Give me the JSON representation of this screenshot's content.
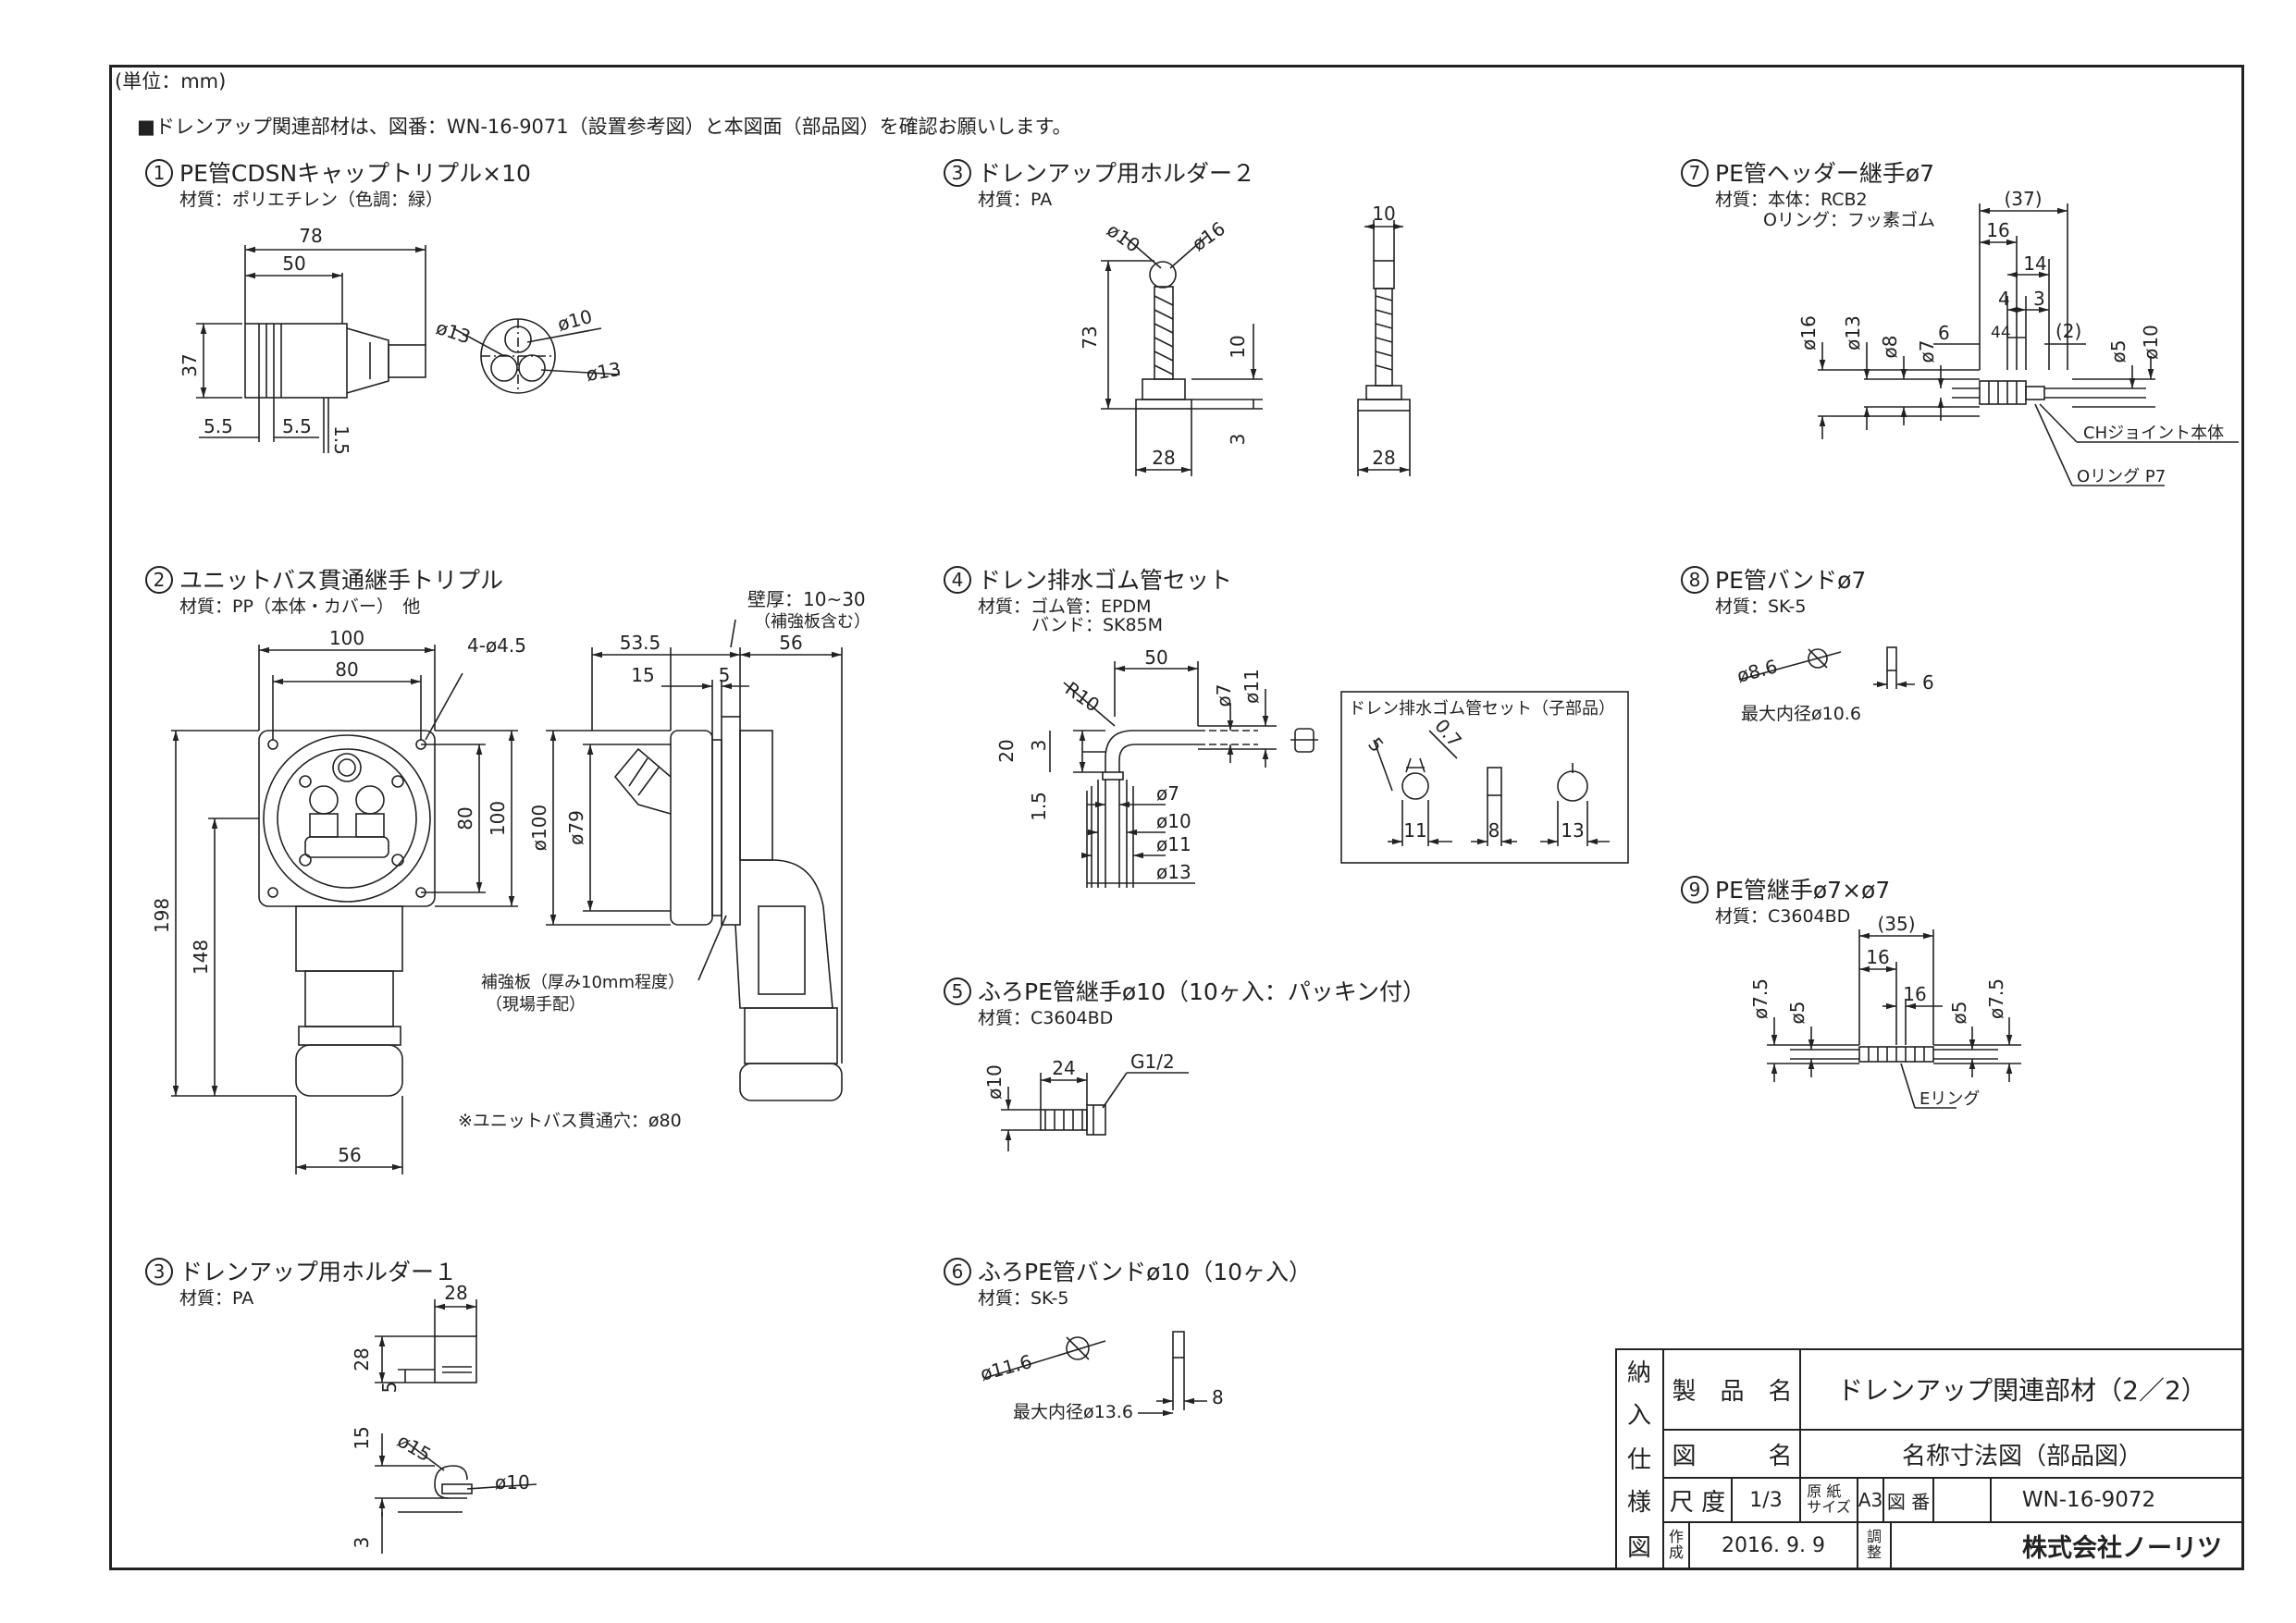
{
  "header": {
    "unit": "(単位：mm)",
    "note": "■ドレンアップ関連部材は、図番：WN-16-9071（設置参考図）と本図面（部品図）を確認お願いします。"
  },
  "parts": [
    {
      "num": "1",
      "title": "PE管CDSNキャップトリプル×10",
      "material": "材質：ポリエチレン（色調：緑）"
    },
    {
      "num": "3",
      "title": "ドレンアップ用ホルダー２",
      "material": "材質：PA"
    },
    {
      "num": "7",
      "title": "PE管ヘッダー継手ø7",
      "material": "材質：本体：RCB2",
      "material2": "Oリング：フッ素ゴム"
    },
    {
      "num": "2",
      "title": "ユニットバス貫通継手トリプル",
      "material": "材質：PP（本体・カバー）　他"
    },
    {
      "num": "4",
      "title": "ドレン排水ゴム管セット",
      "material": "材質：ゴム管：EPDM",
      "material2": "バンド：SK85M"
    },
    {
      "num": "8",
      "title": "PE管バンドø7",
      "material": "材質：SK-5"
    },
    {
      "num": "9",
      "title": "PE管継手ø7×ø7",
      "material": "材質：C3604BD"
    },
    {
      "num": "5",
      "title": "ふろPE管継手ø10（10ヶ入：パッキン付）",
      "material": "材質：C3604BD"
    },
    {
      "num": "3",
      "title": "ドレンアップ用ホルダー１",
      "material": "材質：PA"
    },
    {
      "num": "6",
      "title": "ふろPE管バンドø10（10ヶ入）",
      "material": "材質：SK-5"
    }
  ],
  "dims": {
    "p1": {
      "d78": "78",
      "d50": "50",
      "d37": "37",
      "d55a": "5.5",
      "d55b": "5.5",
      "d15": "1.5",
      "o13a": "ø13",
      "o10": "ø10",
      "o13b": "ø13"
    },
    "p3b": {
      "o10": "ø10",
      "o16": "ø16",
      "d73": "73",
      "d10": "10",
      "d3": "3",
      "d28": "28",
      "s10": "10",
      "s28": "28"
    },
    "p7": {
      "d37": "(37)",
      "d16": "16",
      "d14": "14",
      "d4": "4",
      "d3": "3",
      "d44": "44",
      "d2": "(2)",
      "o16": "ø16",
      "o13": "ø13",
      "o8": "ø8",
      "o7": "ø7",
      "d6": "6",
      "o5": "ø5",
      "o10": "ø10",
      "lab1": "CHジョイント本体",
      "lab2": "Oリング P7"
    },
    "p2": {
      "d100": "100",
      "d80": "80",
      "hole": "4-ø4.5",
      "d198": "198",
      "d148": "148",
      "v80": "80",
      "v100": "100",
      "d56": "56",
      "d535": "53.5",
      "d15": "15",
      "d5": "5",
      "s56": "56",
      "wall": "壁厚：10~30",
      "wall2": "（補強板含む）",
      "o100": "ø100",
      "o79": "ø79",
      "plate": "補強板（厚み10mm程度）",
      "plate2": "（現場手配）",
      "hole2": "※ユニットバス貫通穴：ø80"
    },
    "p4": {
      "r10": "R10",
      "d50": "50",
      "o7": "ø7",
      "o11": "ø11",
      "d20": "20",
      "d3": "3",
      "d15": "1.5",
      "l7": "ø7",
      "l10": "ø10",
      "l11": "ø11",
      "l13": "ø13",
      "box": "ドレン排水ゴム管セット（子部品）",
      "b5": "5",
      "b07": "0.7",
      "b11": "11",
      "b8": "8",
      "b13": "13"
    },
    "p8": {
      "o86": "ø8.6",
      "d6": "6",
      "max": "最大内径ø10.6"
    },
    "p9": {
      "d35": "(35)",
      "d16a": "16",
      "d16b": "16",
      "o75a": "ø7.5",
      "o5a": "ø5",
      "o5b": "ø5",
      "o75b": "ø7.5",
      "ring": "Eリング"
    },
    "p5": {
      "o10": "ø10",
      "d24": "24",
      "g12": "G1/2"
    },
    "p3a": {
      "d28": "28",
      "v28": "28",
      "v5": "5",
      "d15": "15",
      "o15": "ø15",
      "o10": "ø10",
      "d3": "3"
    },
    "p6": {
      "o116": "ø11.6",
      "d8": "8",
      "max": "最大内径ø13.6"
    }
  },
  "title_block": {
    "side": [
      "納",
      "入",
      "仕",
      "様",
      "図"
    ],
    "product_label": "製　品　名",
    "product": "ドレンアップ関連部材（2／2）",
    "drawing_label": "図　　　名",
    "drawing": "名称寸法図（部品図）",
    "scale_label": "尺 度",
    "scale": "1/3",
    "paper_label": "原 紙\nサイズ",
    "paper": "A3",
    "no_label": "図 番",
    "no": "WN-16-9072",
    "made_label": "作\n成",
    "date": "2016. 9. 9",
    "check_label": "調\n整",
    "company": "株式会社ノーリツ"
  }
}
